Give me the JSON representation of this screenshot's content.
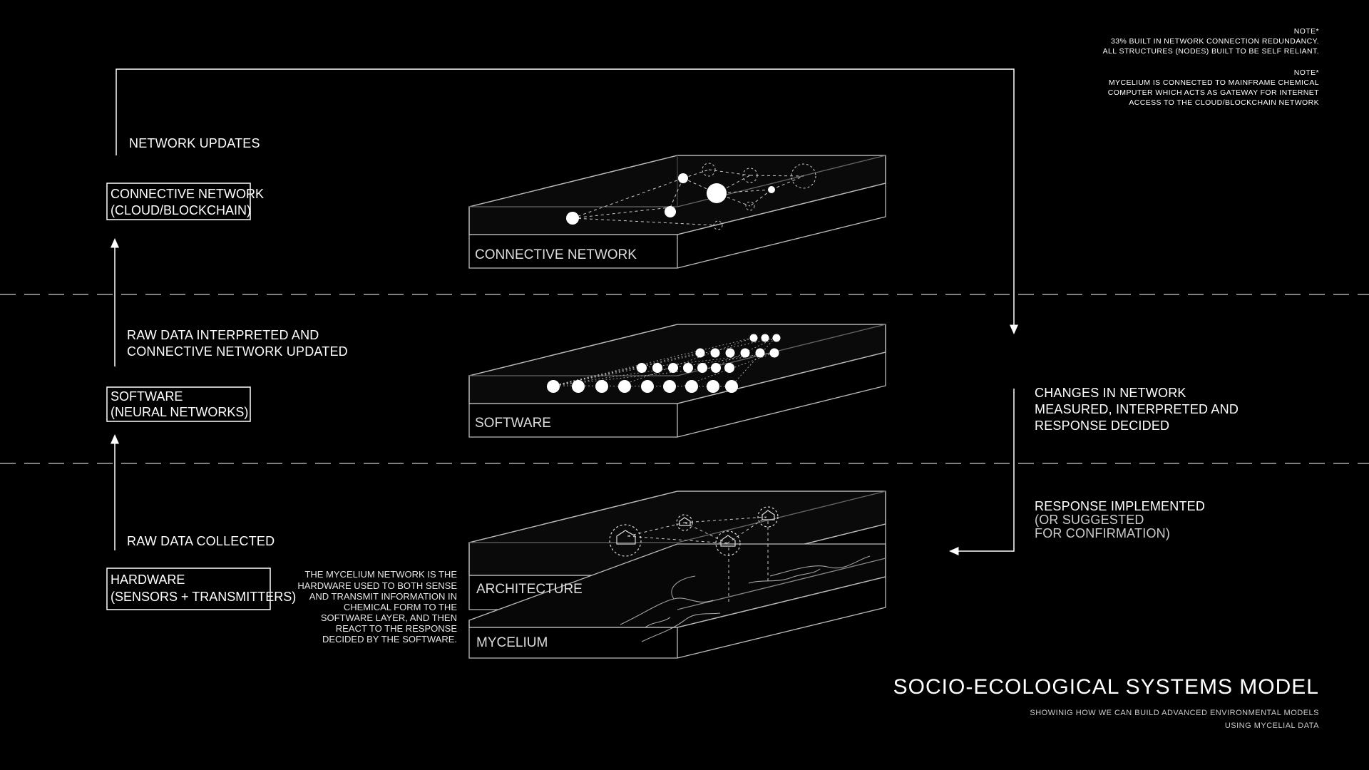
{
  "notes": {
    "note1_heading": "NOTE*",
    "note1_line1": "33% BUILT IN NETWORK CONNECTION REDUNDANCY.",
    "note1_line2": "ALL STRUCTURES (NODES) BUILT TO BE SELF RELIANT.",
    "note2_heading": "NOTE*",
    "note2_line1": "MYCELIUM IS CONNECTED TO MAINFRAME CHEMICAL",
    "note2_line2": "COMPUTER WHICH ACTS AS GATEWAY FOR INTERNET",
    "note2_line3": "ACCESS TO THE CLOUD/BLOCKCHAIN NETWORK"
  },
  "left_flow": {
    "network_updates": "NETWORK UPDATES",
    "connective_box_line1": "CONNECTIVE NETWORK",
    "connective_box_line2": "(CLOUD/BLOCKCHAIN)",
    "raw_interpreted_line1": "RAW DATA INTERPRETED AND",
    "raw_interpreted_line2": "CONNECTIVE NETWORK UPDATED",
    "software_box_line1": "SOFTWARE",
    "software_box_line2": "(NEURAL NETWORKS)",
    "raw_collected": "RAW DATA COLLECTED",
    "hardware_box_line1": "HARDWARE",
    "hardware_box_line2": "(SENSORS + TRANSMITTERS)"
  },
  "layers": {
    "connective": "CONNECTIVE NETWORK",
    "software": "SOFTWARE",
    "architecture": "ARCHITECTURE",
    "mycelium": "MYCELIUM"
  },
  "mycelium_note": {
    "line1": "THE MYCELIUM NETWORK IS THE",
    "line2": "HARDWARE USED TO BOTH SENSE",
    "line3": "AND TRANSMIT INFORMATION IN",
    "line4": "CHEMICAL FORM TO THE",
    "line5": "SOFTWARE LAYER, AND THEN",
    "line6": "REACT TO THE RESPONSE",
    "line7": "DECIDED BY THE SOFTWARE."
  },
  "right_flow": {
    "changes_line1": "CHANGES IN NETWORK",
    "changes_line2": "MEASURED,  INTERPRETED AND",
    "changes_line3": "RESPONSE DECIDED",
    "response_line1": "RESPONSE IMPLEMENTED",
    "response_line2": "(OR SUGGESTED",
    "response_line3": "FOR CONFIRMATION)"
  },
  "footer": {
    "title": "SOCIO-ECOLOGICAL SYSTEMS MODEL",
    "subtitle_line1": "SHOWINIG HOW WE CAN BUILD ADVANCED ENVIRONMENTAL MODELS",
    "subtitle_line2": "USING MYCELIAL DATA"
  }
}
